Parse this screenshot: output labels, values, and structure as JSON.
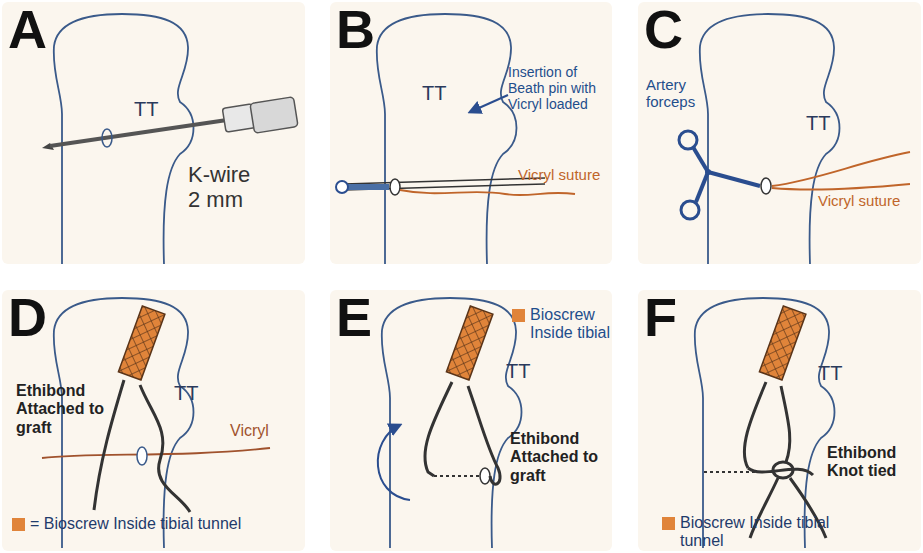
{
  "diagram": {
    "nodes": [
      {
        "text": [
          "A",
          "TT",
          "K-wire 2 mm"
        ]
      },
      {
        "text": [
          "B",
          "TT",
          "Insertion of Beath pin with Vicryl loaded",
          "Vicryl suture"
        ]
      },
      {
        "text": [
          "C",
          "Artery forceps",
          "TT",
          "Vicryl suture"
        ]
      },
      {
        "text": [
          "D",
          "Ethibond Attached to graft",
          "TT",
          "Vicryl"
        ]
      },
      {
        "text": [
          "E",
          "TT",
          "Ethibond Attached to graft"
        ]
      },
      {
        "text": [
          "F",
          "TT",
          "Ethibond Knot tied"
        ]
      }
    ],
    "legend": [
      {
        "text": "= Bioscrew Inside tibial tunnel",
        "color": "#e0843a"
      },
      {
        "text": "Bioscrew Inside tibial",
        "color": "#e0843a"
      },
      {
        "text": "Bioscrew Inside tibial tunnel",
        "color": "#e0843a"
      }
    ]
  }
}
